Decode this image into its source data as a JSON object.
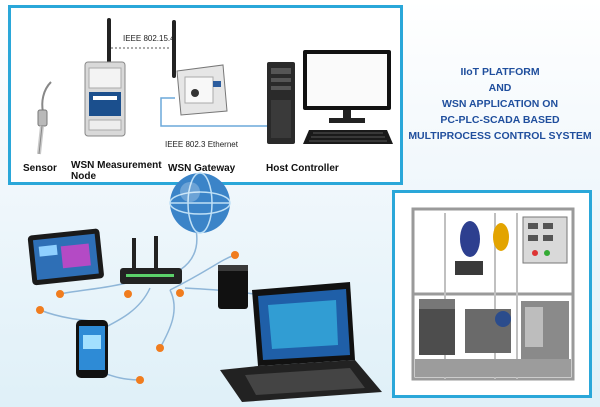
{
  "wsn_panel": {
    "protocol_top": "IEEE 802.15.4",
    "protocol_bottom": "IEEE 802.3 Ethernet",
    "labels": {
      "sensor": "Sensor",
      "measurement_node_line1": "WSN Measurement",
      "measurement_node_line2": "Node",
      "gateway": "WSN Gateway",
      "host": "Host Controller"
    }
  },
  "title": {
    "line1": "IIoT PLATFORM",
    "line2": "AND",
    "line3": "WSN APPLICATION ON",
    "line4": "PC-PLC-SCADA BASED",
    "line5": "MULTIPROCESS CONTROL SYSTEM"
  },
  "colors": {
    "frame_blue": "#2aa7d9",
    "title_blue": "#1f4e9d",
    "node_orange": "#f07c1e",
    "link_line": "#8fb6d8"
  },
  "icons": [
    "sensor-probe-icon",
    "wsn-node-icon",
    "wsn-gateway-icon",
    "pc-tower-icon",
    "monitor-icon",
    "keyboard-icon",
    "globe-icon",
    "tablet-icon",
    "router-icon",
    "hard-drive-icon",
    "smartphone-icon",
    "laptop-icon",
    "process-plant-image"
  ]
}
